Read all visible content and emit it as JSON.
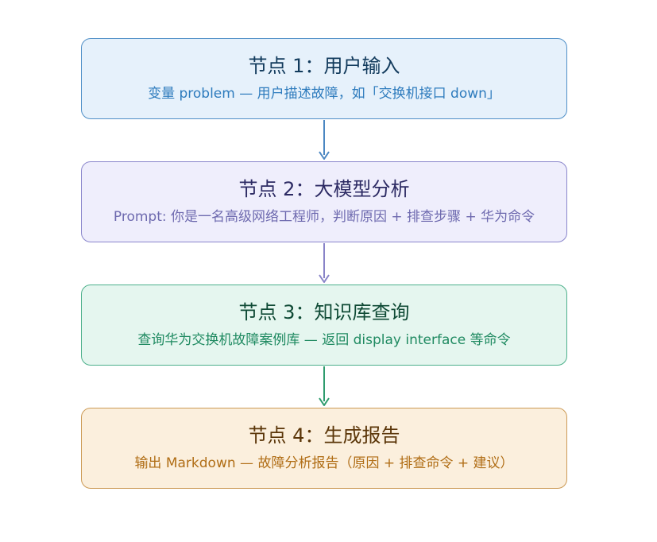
{
  "nodes": [
    {
      "title": "节点 1：用户输入",
      "description": "变量 problem — 用户描述故障，如「交换机接口 down」",
      "colors": {
        "fill": "#e6f1fb",
        "border": "#4f8fc7",
        "title": "#113a5c",
        "text": "#2d7bbd"
      }
    },
    {
      "title": "节点 2：大模型分析",
      "description": "Prompt: 你是一名高级网络工程师，判断原因 + 排查步骤 + 华为命令",
      "colors": {
        "fill": "#efeefc",
        "border": "#8a86cc",
        "title": "#2c2a63",
        "text": "#6e6aaf"
      }
    },
    {
      "title": "节点 3：知识库查询",
      "description": "查询华为交换机故障案例库 — 返回 display interface 等命令",
      "colors": {
        "fill": "#e5f6ef",
        "border": "#4cb08b",
        "title": "#0f4a35",
        "text": "#1f8a61"
      }
    },
    {
      "title": "节点 4：生成报告",
      "description": "输出 Markdown — 故障分析报告（原因 + 排查命令 + 建议）",
      "colors": {
        "fill": "#fbefdd",
        "border": "#cc9a55",
        "title": "#5a3508",
        "text": "#b06d15"
      }
    }
  ],
  "arrows": [
    {
      "color": "#4b87c2"
    },
    {
      "color": "#8984c8"
    },
    {
      "color": "#2f9c6e"
    }
  ]
}
